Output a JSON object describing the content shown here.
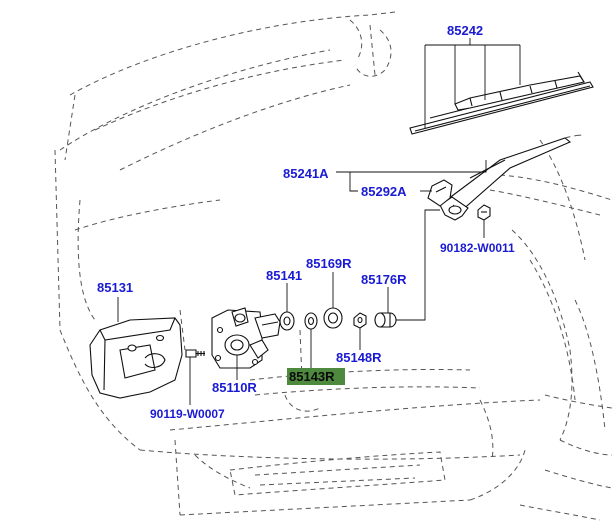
{
  "labels": {
    "wiper_blade": "85242",
    "wiper_arm": "85241A",
    "arm_cap": "85292A",
    "arm_nut": "90182-W0011",
    "motor_cover": "85131",
    "pivot_washer": "85141",
    "pivot_seal": "85169R",
    "pivot_nut": "85176R",
    "grommet": "85148R",
    "cushion": "85143R",
    "motor_assembly": "85110R",
    "cover_screw": "90119-W0007"
  },
  "highlight_color": "#4e8a3e",
  "label_color": "#1a1ad4"
}
